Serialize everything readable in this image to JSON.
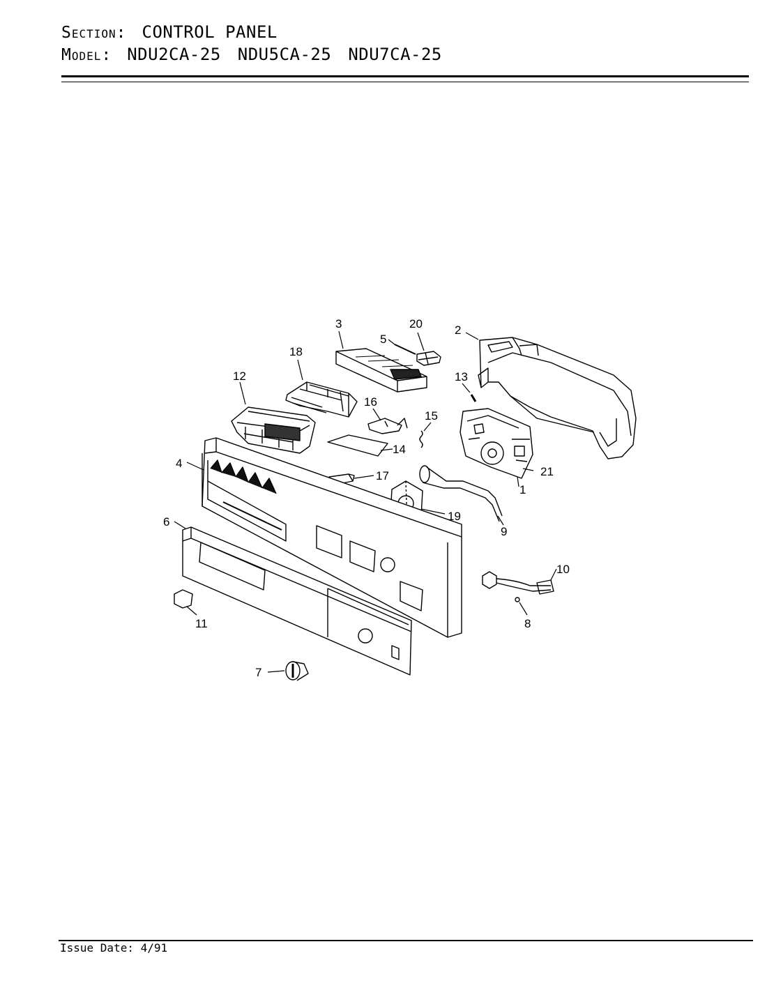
{
  "header": {
    "section_label": "Section:",
    "section_value": "CONTROL PANEL",
    "model_label": "Model:",
    "models": [
      "NDU2CA-25",
      "NDU5CA-25",
      "NDU7CA-25"
    ]
  },
  "callouts": [
    "1",
    "2",
    "3",
    "4",
    "5",
    "6",
    "7",
    "8",
    "9",
    "10",
    "11",
    "12",
    "13",
    "14",
    "15",
    "16",
    "17",
    "18",
    "19",
    "20",
    "21"
  ],
  "footer": {
    "issue_label": "Issue Date:",
    "issue_date": "4/91"
  }
}
